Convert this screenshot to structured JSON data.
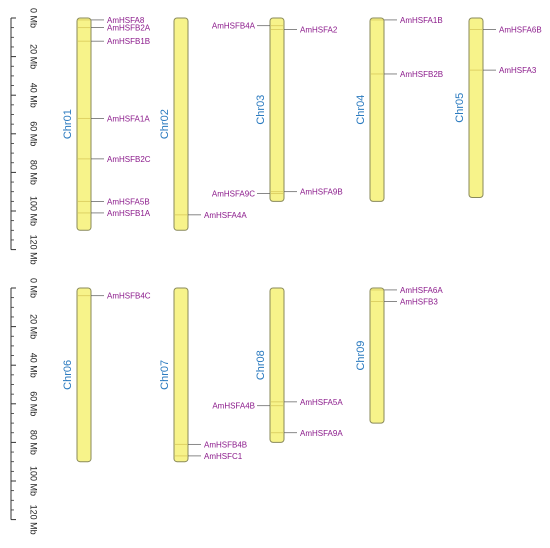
{
  "chart_data": {
    "type": "chromosome_map",
    "colors": {
      "chromosome_fill": "#f7f38a",
      "chromosome_stroke": "#8a8a5a",
      "chromosome_label": "#2a7abf",
      "gene_label": "#8b1a8b",
      "gene_line": "#555555",
      "axis": "#333333"
    },
    "axis": {
      "unit": "Mb",
      "ticks": [
        "0 Mb",
        "20 Mb",
        "40 Mb",
        "60 Mb",
        "80 Mb",
        "100 Mb",
        "120 Mb"
      ],
      "range": [
        0,
        120
      ]
    },
    "rows": [
      {
        "chromosomes": [
          {
            "name": "Chr01",
            "length": 110,
            "genes": [
              {
                "name": "AmHSFA8",
                "pos": 1,
                "side": "right"
              },
              {
                "name": "AmHSFB2A",
                "pos": 5,
                "side": "right"
              },
              {
                "name": "AmHSFB1B",
                "pos": 12,
                "side": "right"
              },
              {
                "name": "AmHSFA1A",
                "pos": 52,
                "side": "right"
              },
              {
                "name": "AmHSFB2C",
                "pos": 73,
                "side": "right"
              },
              {
                "name": "AmHSFA5B",
                "pos": 95,
                "side": "right"
              },
              {
                "name": "AmHSFB1A",
                "pos": 101,
                "side": "right"
              }
            ]
          },
          {
            "name": "Chr02",
            "length": 110,
            "genes": [
              {
                "name": "AmHSFA4A",
                "pos": 102,
                "side": "right"
              }
            ]
          },
          {
            "name": "Chr03",
            "length": 95,
            "genes": [
              {
                "name": "AmHSFB4A",
                "pos": 4,
                "side": "left"
              },
              {
                "name": "AmHSFA2",
                "pos": 6,
                "side": "right"
              },
              {
                "name": "AmHSFA9C",
                "pos": 91,
                "side": "left"
              },
              {
                "name": "AmHSFA9B",
                "pos": 90,
                "side": "right"
              }
            ]
          },
          {
            "name": "Chr04",
            "length": 95,
            "genes": [
              {
                "name": "AmHSFA1B",
                "pos": 1,
                "side": "right"
              },
              {
                "name": "AmHSFB2B",
                "pos": 29,
                "side": "right"
              }
            ]
          },
          {
            "name": "Chr05",
            "length": 93,
            "genes": [
              {
                "name": "AmHSFA6B",
                "pos": 6,
                "side": "right"
              },
              {
                "name": "AmHSFA3",
                "pos": 27,
                "side": "right"
              }
            ]
          }
        ]
      },
      {
        "chromosomes": [
          {
            "name": "Chr06",
            "length": 90,
            "genes": [
              {
                "name": "AmHSFB4C",
                "pos": 4,
                "side": "right"
              }
            ]
          },
          {
            "name": "Chr07",
            "length": 90,
            "genes": [
              {
                "name": "AmHSFB4B",
                "pos": 81,
                "side": "right"
              },
              {
                "name": "AmHSFC1",
                "pos": 87,
                "side": "right"
              }
            ]
          },
          {
            "name": "Chr08",
            "length": 80,
            "genes": [
              {
                "name": "AmHSFA4B",
                "pos": 61,
                "side": "left"
              },
              {
                "name": "AmHSFA5A",
                "pos": 59,
                "side": "right"
              },
              {
                "name": "AmHSFA9A",
                "pos": 75,
                "side": "right"
              }
            ]
          },
          {
            "name": "Chr09",
            "length": 70,
            "genes": [
              {
                "name": "AmHSFA6A",
                "pos": 1,
                "side": "right"
              },
              {
                "name": "AmHSFB3",
                "pos": 7,
                "side": "right"
              }
            ]
          }
        ]
      }
    ]
  }
}
